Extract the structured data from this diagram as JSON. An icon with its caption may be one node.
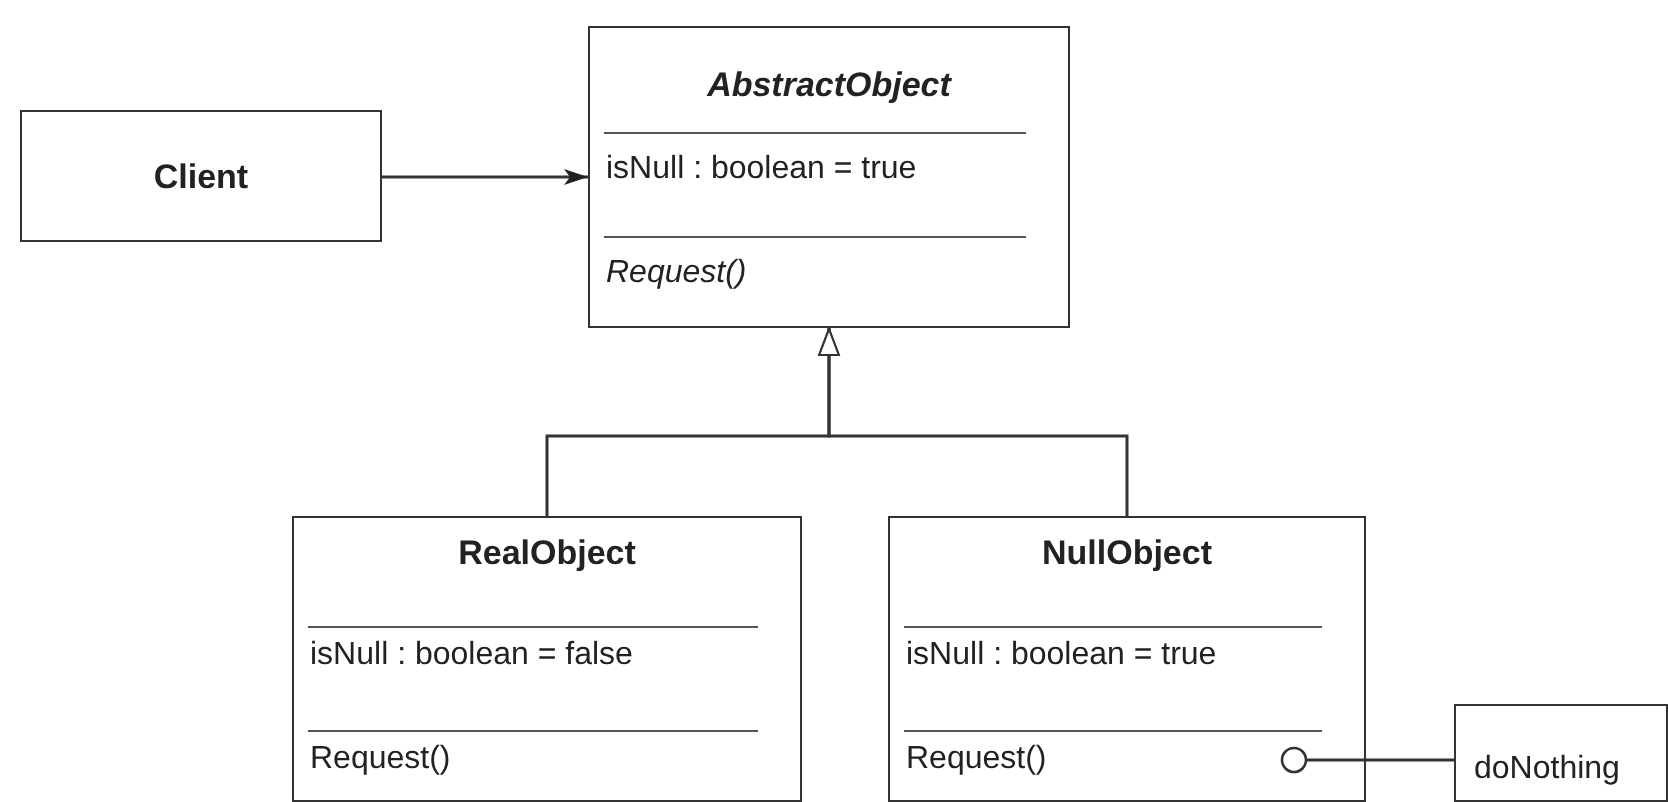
{
  "diagram": {
    "nodes": [
      {
        "text": [
          "Client"
        ]
      },
      {
        "text": [
          "AbstractObject",
          "isNull : boolean = true",
          "Request()"
        ]
      },
      {
        "text": [
          "RealObject",
          "isNull : boolean = false",
          "Request()"
        ]
      },
      {
        "text": [
          "NullObject",
          "isNull : boolean = true",
          "Request()"
        ]
      },
      {
        "text": [
          "doNothing"
        ]
      }
    ],
    "edges": [
      {
        "from": 0,
        "to": 1,
        "arrow": "to"
      },
      {
        "from": 2,
        "to": 1,
        "arrow": "to"
      },
      {
        "from": 3,
        "to": 1,
        "arrow": "to"
      },
      {
        "from": 3,
        "to": 4,
        "arrow": "other"
      }
    ]
  }
}
